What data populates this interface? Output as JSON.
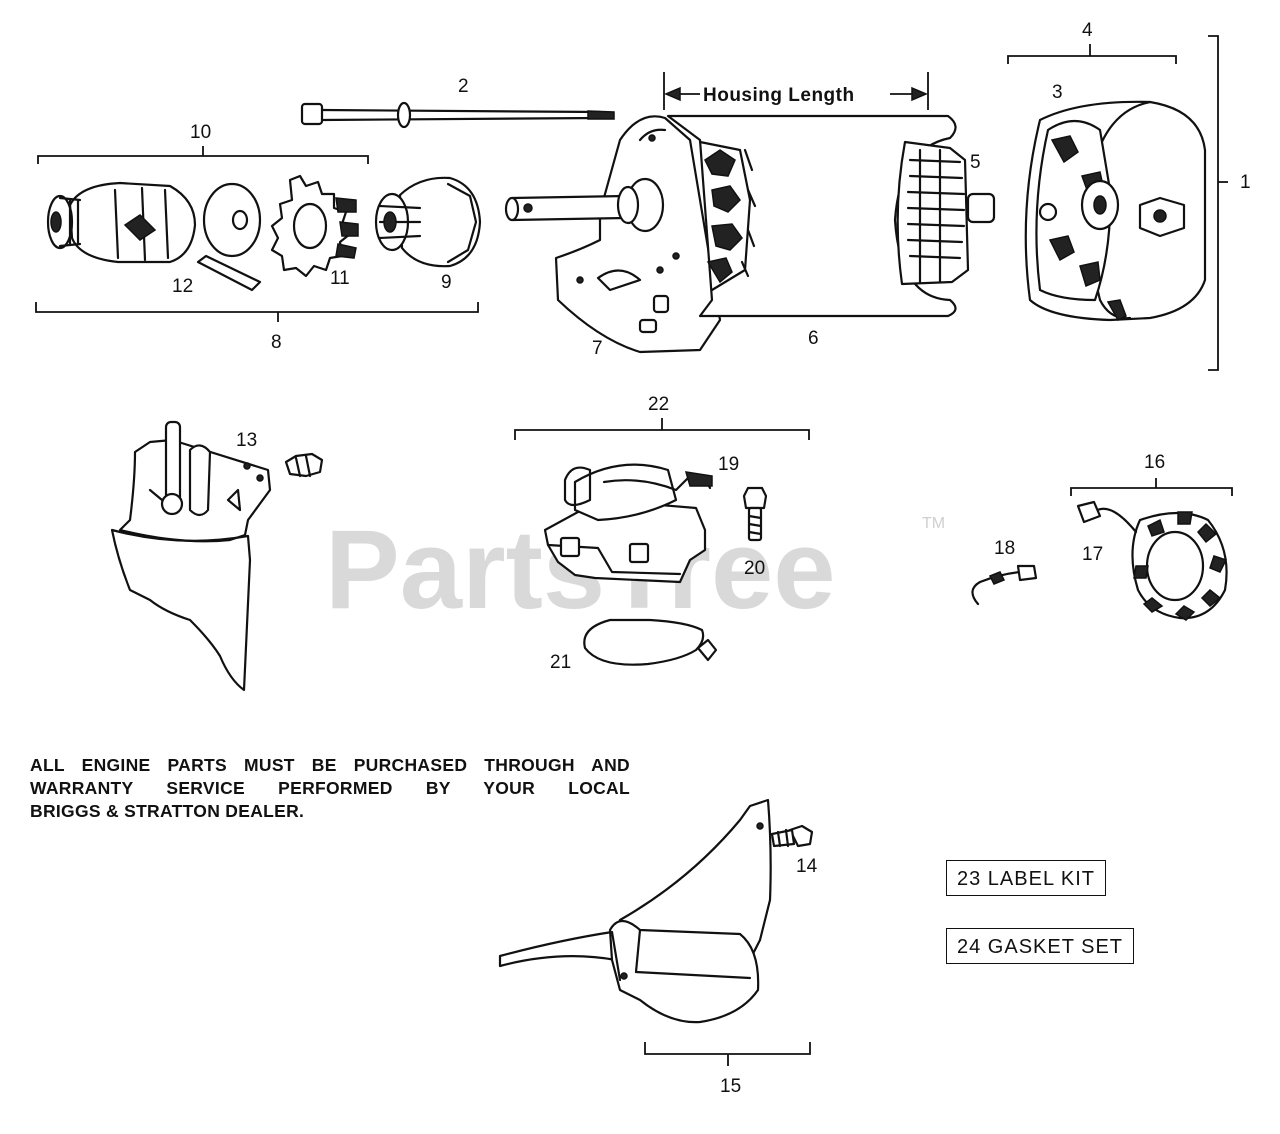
{
  "watermark": {
    "text": "PartsTree",
    "tm": "TM"
  },
  "housing_length_label": "Housing Length",
  "callouts": {
    "c1": "1",
    "c2": "2",
    "c3": "3",
    "c4": "4",
    "c5": "5",
    "c6": "6",
    "c7": "7",
    "c8": "8",
    "c9": "9",
    "c10": "10",
    "c11": "11",
    "c12": "12",
    "c13": "13",
    "c14": "14",
    "c15": "15",
    "c16": "16",
    "c17": "17",
    "c18": "18",
    "c19": "19",
    "c20": "20",
    "c21": "21",
    "c22": "22"
  },
  "notice": {
    "line1": "ALL ENGINE PARTS MUST BE PURCHASED THROUGH AND",
    "line2": "WARRANTY SERVICE PERFORMED BY YOUR LOCAL",
    "line3": "BRIGGS & STRATTON DEALER."
  },
  "kits": {
    "label_kit": "23  LABEL KIT",
    "gasket_set": "24  GASKET SET"
  }
}
